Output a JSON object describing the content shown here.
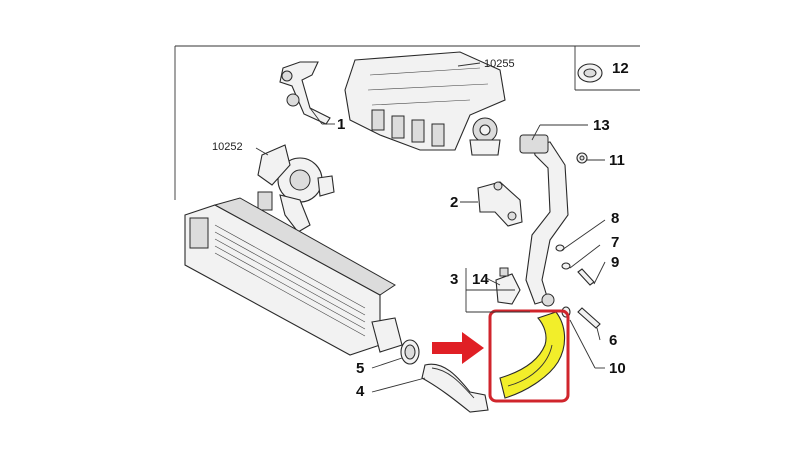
{
  "callouts": {
    "c1": "1",
    "c2": "2",
    "c3": "3",
    "c4": "4",
    "c5": "5",
    "c6": "6",
    "c7": "7",
    "c8": "8",
    "c9": "9",
    "c10": "10",
    "c11": "11",
    "c12": "12",
    "c13": "13",
    "c14": "14"
  },
  "refs": {
    "manifold": "10255",
    "turbo": "10252"
  },
  "colors": {
    "highlight_hose": "#f2ee2a",
    "highlight_box": "#d0252c",
    "arrow": "#e01f25"
  }
}
